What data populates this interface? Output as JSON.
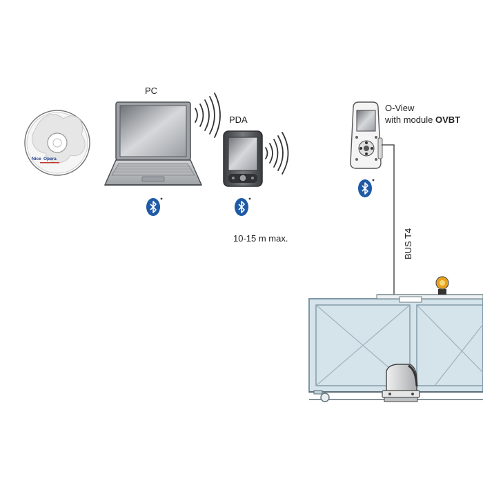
{
  "cd": {
    "brand_prefix": "Nice",
    "brand_name": "Opera"
  },
  "pc": {
    "label": "PC"
  },
  "pda": {
    "label": "PDA"
  },
  "oview": {
    "label_line1": "O-View",
    "label_line2_prefix": "with module ",
    "label_line2_strong": "OVBT"
  },
  "range": {
    "label": "10-15 m max."
  },
  "bus": {
    "label": "BUS T4"
  },
  "colors": {
    "bluetooth": "#1f5aa6",
    "gate_fill": "#d5e3ea",
    "gate_stroke": "#7d97a6",
    "lamp": "#e7a21a"
  }
}
